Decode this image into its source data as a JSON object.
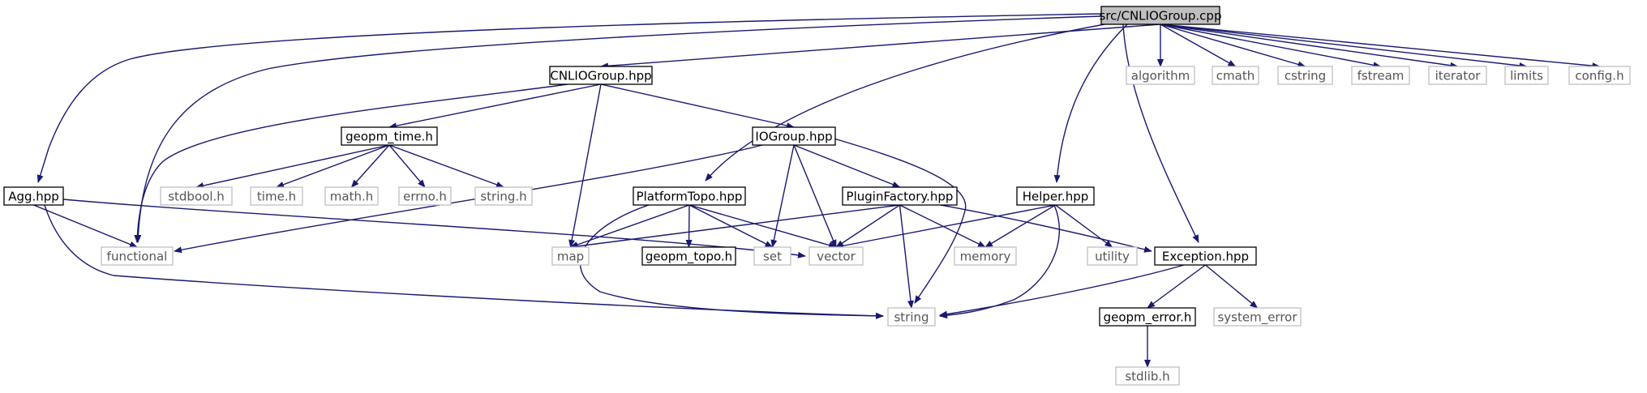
{
  "graph": {
    "nodes": [
      {
        "id": "root",
        "label": "src/CNLIOGroup.cpp",
        "kind": "root"
      },
      {
        "id": "cnlio",
        "label": "CNLIOGroup.hpp",
        "kind": "documented"
      },
      {
        "id": "algorithm",
        "label": "algorithm",
        "kind": "external"
      },
      {
        "id": "cmath",
        "label": "cmath",
        "kind": "external"
      },
      {
        "id": "cstring",
        "label": "cstring",
        "kind": "external"
      },
      {
        "id": "fstream",
        "label": "fstream",
        "kind": "external"
      },
      {
        "id": "iterator",
        "label": "iterator",
        "kind": "external"
      },
      {
        "id": "limits",
        "label": "limits",
        "kind": "external"
      },
      {
        "id": "config",
        "label": "config.h",
        "kind": "external"
      },
      {
        "id": "geopmtime",
        "label": "geopm_time.h",
        "kind": "documented"
      },
      {
        "id": "iogroup",
        "label": "IOGroup.hpp",
        "kind": "documented"
      },
      {
        "id": "agg",
        "label": "Agg.hpp",
        "kind": "documented"
      },
      {
        "id": "stdbool",
        "label": "stdbool.h",
        "kind": "external"
      },
      {
        "id": "time",
        "label": "time.h",
        "kind": "external"
      },
      {
        "id": "math",
        "label": "math.h",
        "kind": "external"
      },
      {
        "id": "errno",
        "label": "errno.h",
        "kind": "external"
      },
      {
        "id": "stringh",
        "label": "string.h",
        "kind": "external"
      },
      {
        "id": "platformtopo",
        "label": "PlatformTopo.hpp",
        "kind": "documented"
      },
      {
        "id": "pluginfactory",
        "label": "PluginFactory.hpp",
        "kind": "documented"
      },
      {
        "id": "helper",
        "label": "Helper.hpp",
        "kind": "documented"
      },
      {
        "id": "functional",
        "label": "functional",
        "kind": "external"
      },
      {
        "id": "map",
        "label": "map",
        "kind": "external"
      },
      {
        "id": "geopmtopo",
        "label": "geopm_topo.h",
        "kind": "documented"
      },
      {
        "id": "set",
        "label": "set",
        "kind": "external"
      },
      {
        "id": "vector",
        "label": "vector",
        "kind": "external"
      },
      {
        "id": "memory",
        "label": "memory",
        "kind": "external"
      },
      {
        "id": "utility",
        "label": "utility",
        "kind": "external"
      },
      {
        "id": "exception",
        "label": "Exception.hpp",
        "kind": "documented"
      },
      {
        "id": "string",
        "label": "string",
        "kind": "external"
      },
      {
        "id": "geopmerror",
        "label": "geopm_error.h",
        "kind": "documented"
      },
      {
        "id": "systemerror",
        "label": "system_error",
        "kind": "external"
      },
      {
        "id": "stdlib",
        "label": "stdlib.h",
        "kind": "external"
      }
    ],
    "edges": [
      {
        "from": "root",
        "to": "agg"
      },
      {
        "from": "root",
        "to": "functional"
      },
      {
        "from": "root",
        "to": "cnlio"
      },
      {
        "from": "root",
        "to": "platformtopo"
      },
      {
        "from": "root",
        "to": "helper"
      },
      {
        "from": "root",
        "to": "exception"
      },
      {
        "from": "root",
        "to": "algorithm"
      },
      {
        "from": "root",
        "to": "cmath"
      },
      {
        "from": "root",
        "to": "cstring"
      },
      {
        "from": "root",
        "to": "fstream"
      },
      {
        "from": "root",
        "to": "iterator"
      },
      {
        "from": "root",
        "to": "limits"
      },
      {
        "from": "root",
        "to": "config"
      },
      {
        "from": "cnlio",
        "to": "functional"
      },
      {
        "from": "cnlio",
        "to": "geopmtime"
      },
      {
        "from": "cnlio",
        "to": "map"
      },
      {
        "from": "cnlio",
        "to": "iogroup"
      },
      {
        "from": "geopmtime",
        "to": "stdbool"
      },
      {
        "from": "geopmtime",
        "to": "time"
      },
      {
        "from": "geopmtime",
        "to": "math"
      },
      {
        "from": "geopmtime",
        "to": "errno"
      },
      {
        "from": "geopmtime",
        "to": "stringh"
      },
      {
        "from": "iogroup",
        "to": "functional"
      },
      {
        "from": "iogroup",
        "to": "set"
      },
      {
        "from": "iogroup",
        "to": "vector"
      },
      {
        "from": "iogroup",
        "to": "pluginfactory"
      },
      {
        "from": "iogroup",
        "to": "string"
      },
      {
        "from": "agg",
        "to": "functional"
      },
      {
        "from": "agg",
        "to": "vector"
      },
      {
        "from": "agg",
        "to": "string"
      },
      {
        "from": "platformtopo",
        "to": "map"
      },
      {
        "from": "platformtopo",
        "to": "geopmtopo"
      },
      {
        "from": "platformtopo",
        "to": "set"
      },
      {
        "from": "platformtopo",
        "to": "vector"
      },
      {
        "from": "platformtopo",
        "to": "string"
      },
      {
        "from": "pluginfactory",
        "to": "map"
      },
      {
        "from": "pluginfactory",
        "to": "vector"
      },
      {
        "from": "pluginfactory",
        "to": "memory"
      },
      {
        "from": "pluginfactory",
        "to": "string"
      },
      {
        "from": "pluginfactory",
        "to": "exception"
      },
      {
        "from": "helper",
        "to": "vector"
      },
      {
        "from": "helper",
        "to": "memory"
      },
      {
        "from": "helper",
        "to": "utility"
      },
      {
        "from": "helper",
        "to": "string"
      },
      {
        "from": "exception",
        "to": "string"
      },
      {
        "from": "exception",
        "to": "geopmerror"
      },
      {
        "from": "exception",
        "to": "systemerror"
      },
      {
        "from": "geopmerror",
        "to": "stdlib"
      }
    ]
  },
  "colors": {
    "edge": "#191970",
    "root_fill": "#bfbfbf",
    "documented_border": "#000000",
    "external_border": "#bfbfbf",
    "documented_text": "#000000",
    "external_text": "#555555"
  }
}
